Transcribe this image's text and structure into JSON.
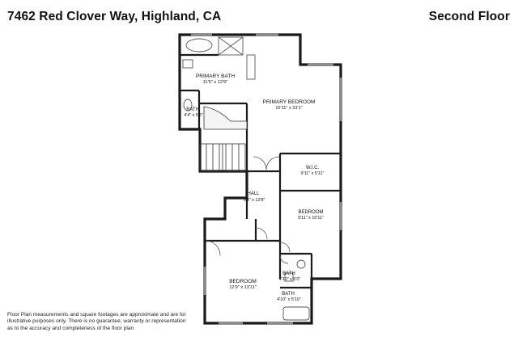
{
  "header": {
    "address": "7462 Red Clover Way, Highland, CA",
    "floor_label": "Second Floor"
  },
  "rooms": [
    {
      "id": "primary-bath",
      "name": "PRIMARY BATH",
      "dims": "11'5\" x 12'9\""
    },
    {
      "id": "primary-bedroom",
      "name": "PRIMARY BEDROOM",
      "dims": "15'11\" x 23'1\""
    },
    {
      "id": "bath-small",
      "name": "BATH",
      "dims": "4'4\" x 5'2\""
    },
    {
      "id": "wic",
      "name": "W.I.C.",
      "dims": "9'11\" x 5'11\""
    },
    {
      "id": "hall",
      "name": "HALL",
      "dims": "9'4\" x 12'8\""
    },
    {
      "id": "bedroom-right",
      "name": "BEDROOM",
      "dims": "9'11\" x 10'11\""
    },
    {
      "id": "bath-mid",
      "name": "BATH",
      "dims": "4'10\" x 5'0\""
    },
    {
      "id": "bath-low",
      "name": "BATH",
      "dims": "4'10\" x 5'10\""
    },
    {
      "id": "bedroom-left",
      "name": "BEDROOM",
      "dims": "12'9\" x 13'11\""
    }
  ],
  "disclaimer": {
    "line1": "Floor Plan measurements and square footages are approximate and are for",
    "line2": "illustrative purposes only. There is no guarantee, warranty or representation",
    "line3": "as to the accuracy and completeness of the floor plan"
  },
  "colors": {
    "wall": "#1a1a1a",
    "window": "#8a8a8a",
    "fixture": "#555555"
  }
}
